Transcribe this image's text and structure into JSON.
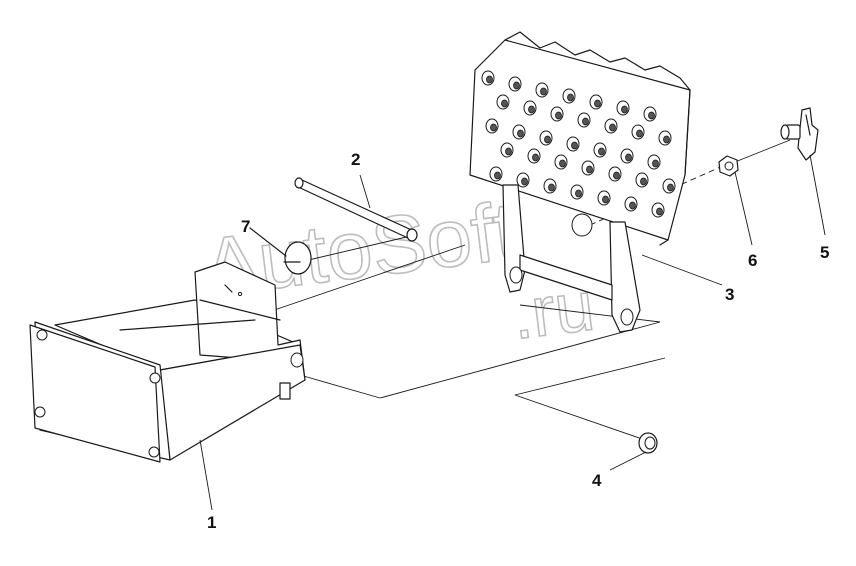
{
  "watermark": {
    "line1": "AutoSoft",
    "line2": ".ru"
  },
  "callouts": [
    {
      "id": "1",
      "label": "1"
    },
    {
      "id": "2",
      "label": "2"
    },
    {
      "id": "3",
      "label": "3"
    },
    {
      "id": "4",
      "label": "4"
    },
    {
      "id": "5",
      "label": "5"
    },
    {
      "id": "6",
      "label": "6"
    },
    {
      "id": "7",
      "label": "7"
    }
  ],
  "colors": {
    "line": "#1a1a1a",
    "watermark": "#bdbdbd",
    "background": "#ffffff"
  }
}
